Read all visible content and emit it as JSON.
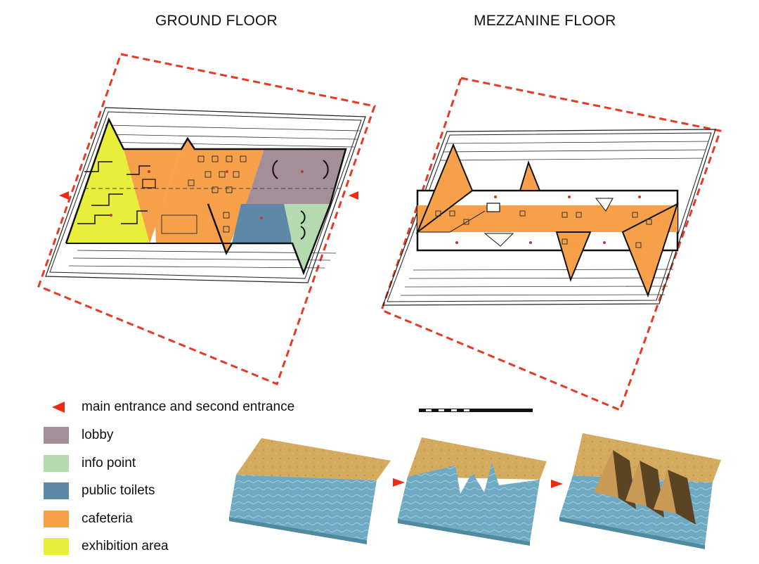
{
  "titles": {
    "ground": "GROUND FLOOR",
    "mezzanine": "MEZZANINE FLOOR"
  },
  "legend": [
    {
      "id": "entrance",
      "label": "main entrance and second entrance",
      "color": "#ee2a12",
      "icon": "entrance-arrow-icon"
    },
    {
      "id": "lobby",
      "label": "lobby",
      "color": "#a48e9a"
    },
    {
      "id": "info",
      "label": "info point",
      "color": "#b5dab0"
    },
    {
      "id": "toilets",
      "label": "public toilets",
      "color": "#5e88a8"
    },
    {
      "id": "cafeteria",
      "label": "cafeteria",
      "color": "#f7a04a"
    },
    {
      "id": "exhibition",
      "label": "exhibition area",
      "color": "#e9ee3b"
    }
  ],
  "colors": {
    "site_boundary": "#e53a24",
    "water": "#6fa9c2",
    "sand": "#d2a85a",
    "outline": "#111111"
  }
}
